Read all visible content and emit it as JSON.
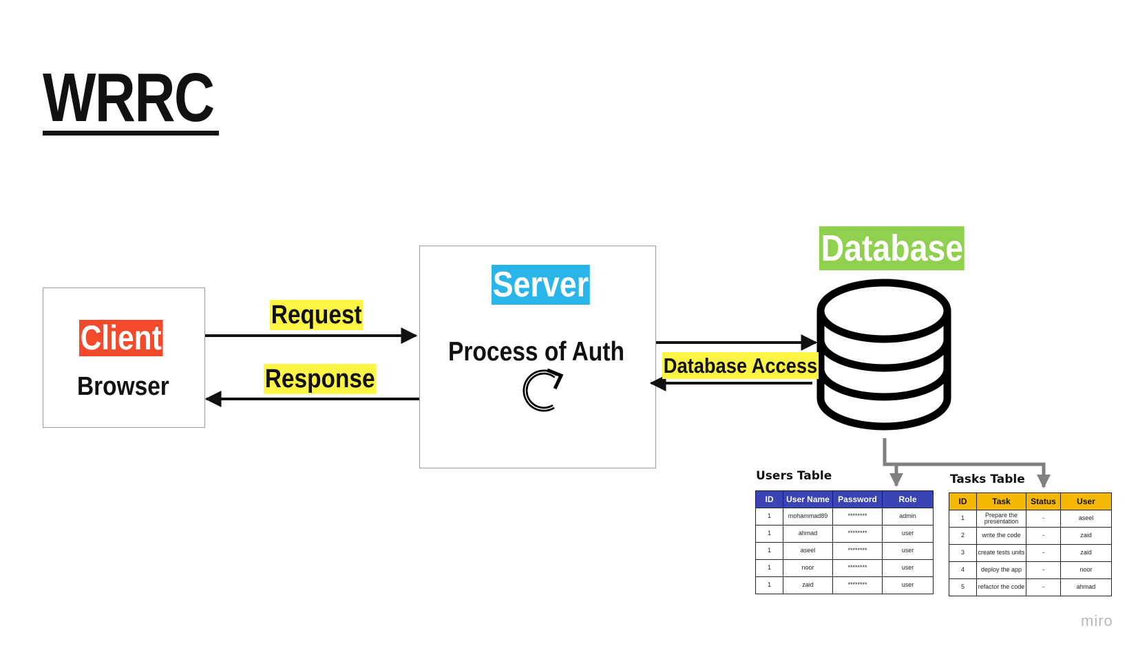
{
  "title": "WRRC",
  "client": {
    "tag": "Client",
    "label": "Browser"
  },
  "server": {
    "tag": "Server",
    "label": "Process of Auth",
    "icon": "refresh-icon"
  },
  "database": {
    "tag": "Database",
    "icon": "database-icon"
  },
  "arrows": {
    "request": "Request",
    "response": "Response",
    "db_access": "Database Access"
  },
  "colors": {
    "client": "#f24a2a",
    "server": "#2ab5ea",
    "database": "#8fd14f",
    "highlight": "#fef445",
    "users_header": "#3a44b5",
    "tasks_header": "#f5b800"
  },
  "users_table": {
    "title": "Users Table",
    "headers": [
      "ID",
      "User Name",
      "Password",
      "Role"
    ],
    "rows": [
      [
        "1",
        "mohammad89",
        "********",
        "admin"
      ],
      [
        "1",
        "ahmad",
        "********",
        "user"
      ],
      [
        "1",
        "aseel",
        "********",
        "user"
      ],
      [
        "1",
        "noor",
        "********",
        "user"
      ],
      [
        "1",
        "zaid",
        "********",
        "user"
      ]
    ]
  },
  "tasks_table": {
    "title": "Tasks Table",
    "headers": [
      "ID",
      "Task",
      "Status",
      "User"
    ],
    "rows": [
      [
        "1",
        "Prepare the presentation",
        "-",
        "aseel"
      ],
      [
        "2",
        "write the code",
        "-",
        "zaid"
      ],
      [
        "3",
        "create tests units",
        "-",
        "zaid"
      ],
      [
        "4",
        "deploy the app",
        "-",
        "noor"
      ],
      [
        "5",
        "refactor the code",
        "-",
        "ahmad"
      ]
    ]
  },
  "watermark": "miro"
}
